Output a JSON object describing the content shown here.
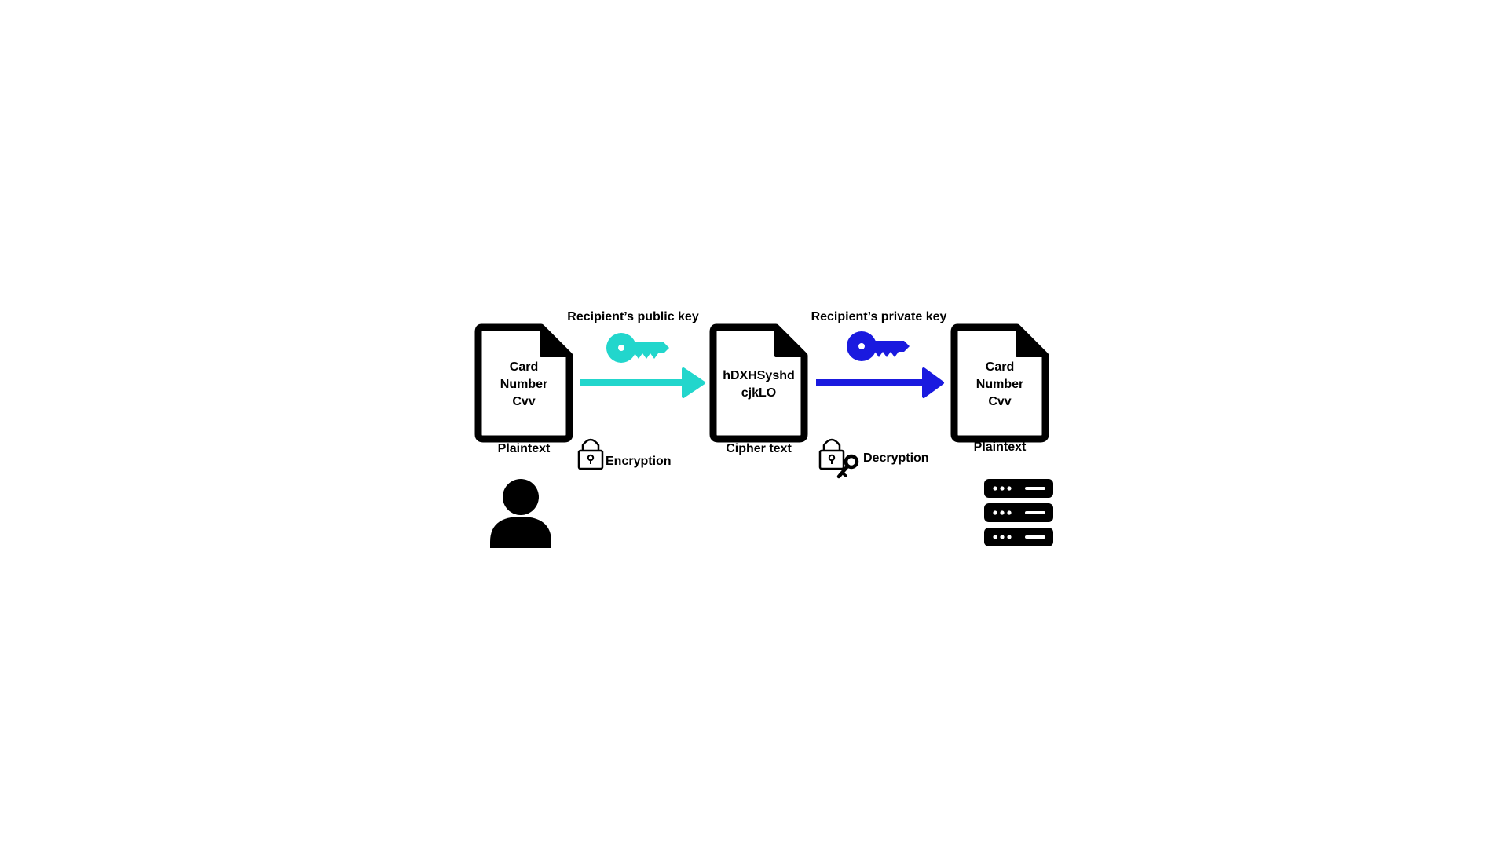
{
  "colors": {
    "background": "#ffffff",
    "ink": "#000000",
    "public_key": "#22d6cc",
    "private_key": "#1a1adf"
  },
  "icons": {
    "sender": "person-icon",
    "receiver": "server-icon",
    "public_key": "key-icon",
    "private_key": "key-icon",
    "encryption": "lock-icon",
    "decryption": "unlock-with-key-icon"
  },
  "documents": {
    "plaintext_left": {
      "lines": [
        "Card",
        "Number",
        "Cvv"
      ],
      "caption": "Plaintext"
    },
    "ciphertext": {
      "lines": [
        "hDXHSyshd",
        "cjkLO"
      ],
      "caption": "Cipher text"
    },
    "plaintext_right": {
      "lines": [
        "Card",
        "Number",
        "Cvv"
      ],
      "caption": "Plaintext"
    }
  },
  "steps": {
    "encryption": {
      "key_label": "Recipient’s public key",
      "label": "Encryption"
    },
    "decryption": {
      "key_label": "Recipient’s private key",
      "label": "Decryption"
    }
  }
}
